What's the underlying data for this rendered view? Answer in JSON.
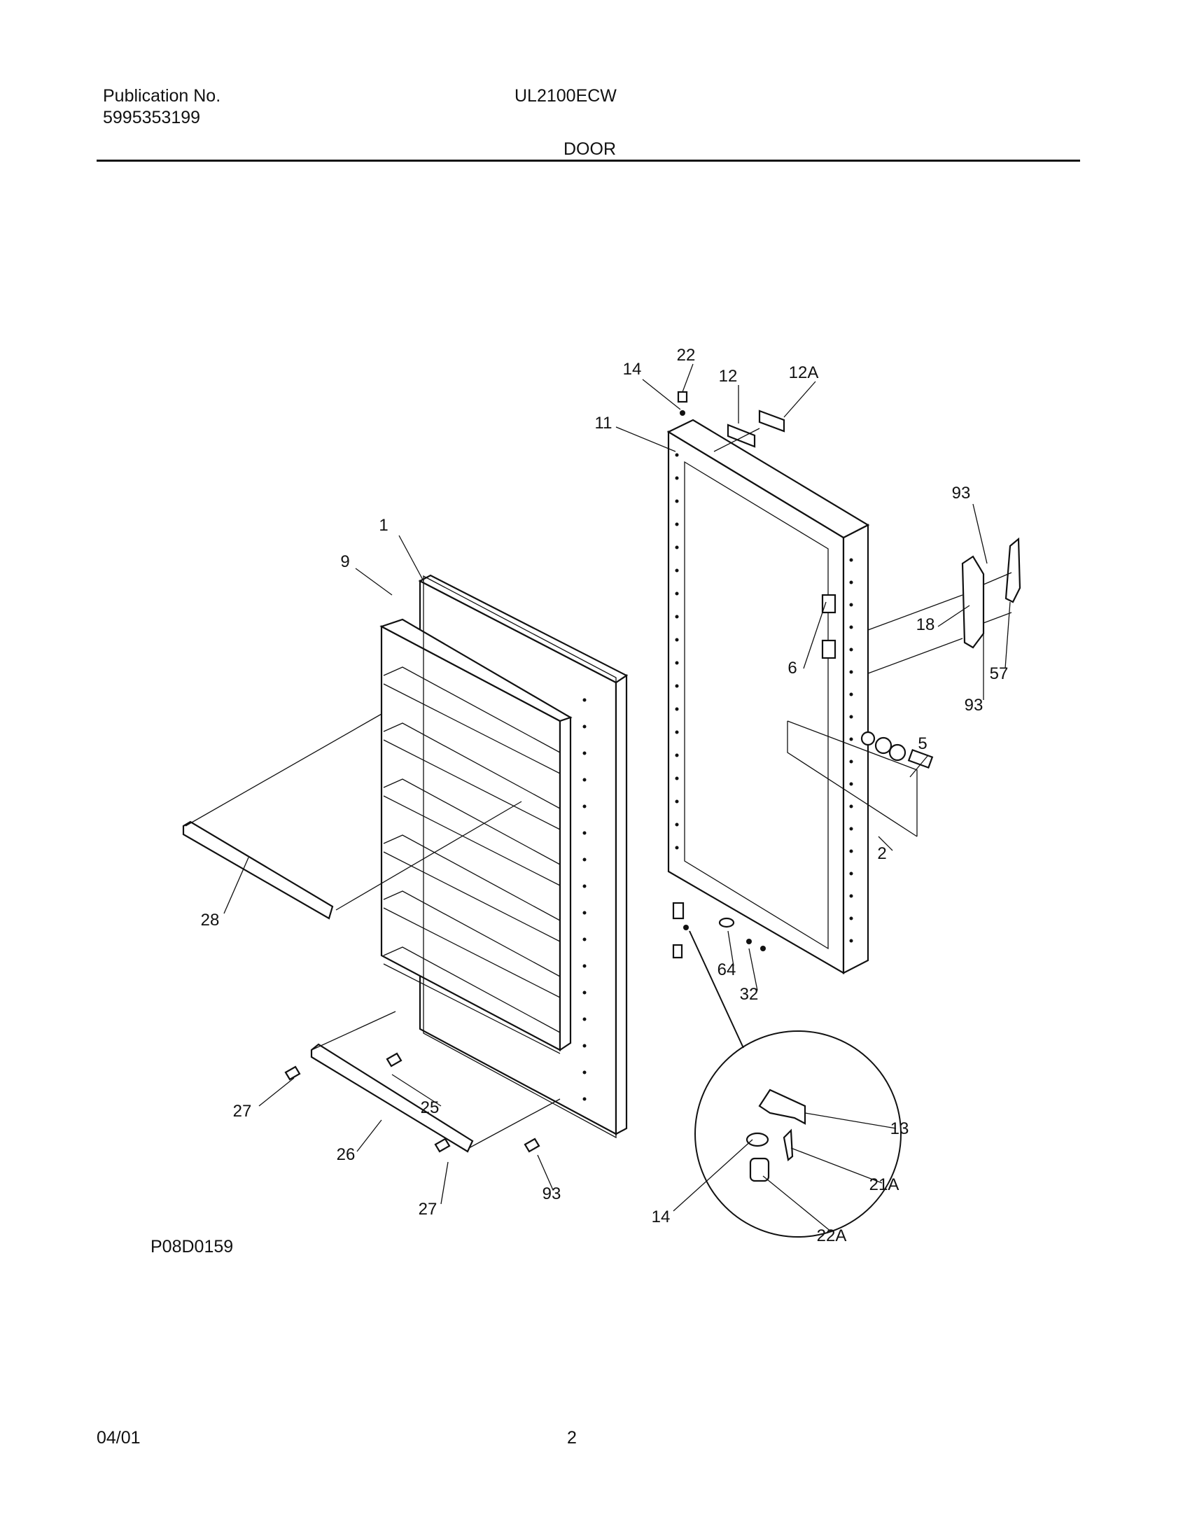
{
  "header": {
    "publication_label": "Publication No.",
    "publication_number": "5995353199",
    "model": "UL2100ECW",
    "section": "DOOR"
  },
  "figure": {
    "code": "P08D0159",
    "callouts": [
      "1",
      "2",
      "5",
      "6",
      "9",
      "11",
      "12",
      "12A",
      "13",
      "14",
      "14",
      "18",
      "21A",
      "22",
      "22A",
      "25",
      "26",
      "27",
      "27",
      "28",
      "32",
      "57",
      "64",
      "93",
      "93",
      "93"
    ]
  },
  "footer": {
    "date": "04/01",
    "page": "2"
  }
}
